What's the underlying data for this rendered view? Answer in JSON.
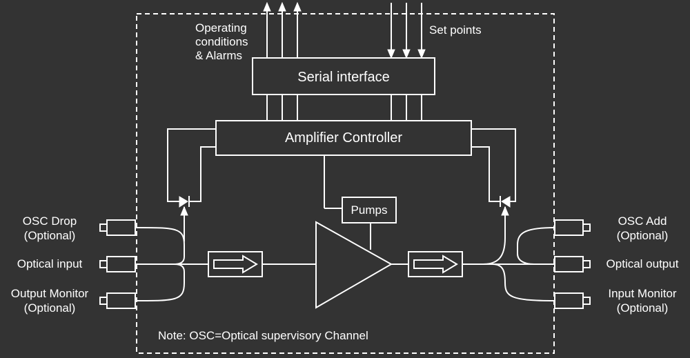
{
  "boxes": {
    "serial_interface": "Serial interface",
    "amplifier_controller": "Amplifier Controller",
    "pumps": "Pumps"
  },
  "top_labels": {
    "operating_line1": "Operating",
    "operating_line2": "conditions",
    "operating_line3": "& Alarms",
    "set_points": "Set points"
  },
  "left_ports": {
    "osc_drop": "OSC Drop",
    "osc_drop_note": "(Optional)",
    "optical_input": "Optical input",
    "output_monitor": "Output Monitor",
    "output_monitor_note": "(Optional)"
  },
  "right_ports": {
    "osc_add": "OSC Add",
    "osc_add_note": "(Optional)",
    "optical_output": "Optical output",
    "input_monitor": "Input Monitor",
    "input_monitor_note": "(Optional)"
  },
  "note": "Note: OSC=Optical supervisory Channel",
  "colors": {
    "background": "#333333",
    "foreground": "#ffffff"
  }
}
